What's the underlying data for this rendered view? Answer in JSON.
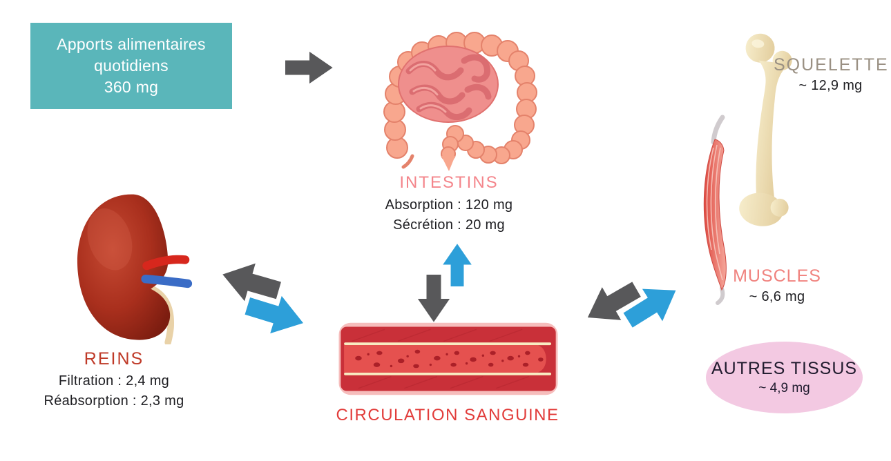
{
  "intake_box": {
    "lines": [
      "Apports alimentaires",
      "quotidiens",
      "360 mg"
    ]
  },
  "organs": {
    "intestines": {
      "title": "INTESTINS",
      "line1": "Absorption : 120 mg",
      "line2": "Sécrétion : 20 mg"
    },
    "kidneys": {
      "title": "REINS",
      "line1": "Filtration : 2,4 mg",
      "line2": "Réabsorption : 2,3 mg"
    },
    "circulation": {
      "title": "CIRCULATION SANGUINE"
    },
    "skeleton": {
      "title": "SQUELETTE",
      "value": "~ 12,9 mg"
    },
    "muscles": {
      "title": "MUSCLES",
      "value": "~ 6,6 mg"
    },
    "other_tissues": {
      "title": "AUTRES TISSUS",
      "value": "~ 4,9 mg"
    }
  },
  "arrows": [
    {
      "name": "arrow-intake-to-intestines",
      "direction": "right",
      "color": "gray"
    },
    {
      "name": "arrow-circulation-to-intestines",
      "direction": "up",
      "color": "blue"
    },
    {
      "name": "arrow-intestines-to-circulation",
      "direction": "down",
      "color": "gray"
    },
    {
      "name": "arrow-circulation-to-kidneys",
      "direction": "left-up",
      "color": "gray"
    },
    {
      "name": "arrow-kidneys-to-circulation",
      "direction": "right-down",
      "color": "blue"
    },
    {
      "name": "arrow-muscles-to-circulation",
      "direction": "left-down",
      "color": "gray"
    },
    {
      "name": "arrow-circulation-to-muscles",
      "direction": "right-up",
      "color": "blue"
    }
  ],
  "colors": {
    "intake_bg": "#5ab6ba",
    "arrow_gray": "#58585a",
    "arrow_blue": "#2d9fd9",
    "intestines_title": "#f4858b",
    "kidneys_title": "#bf3a28",
    "circulation_title": "#e23c3a",
    "skeleton_title": "#9a9083",
    "muscles_title": "#f0837f",
    "other_tissues_bg": "#f3c9e2",
    "text_dark": "#1e1e22"
  }
}
